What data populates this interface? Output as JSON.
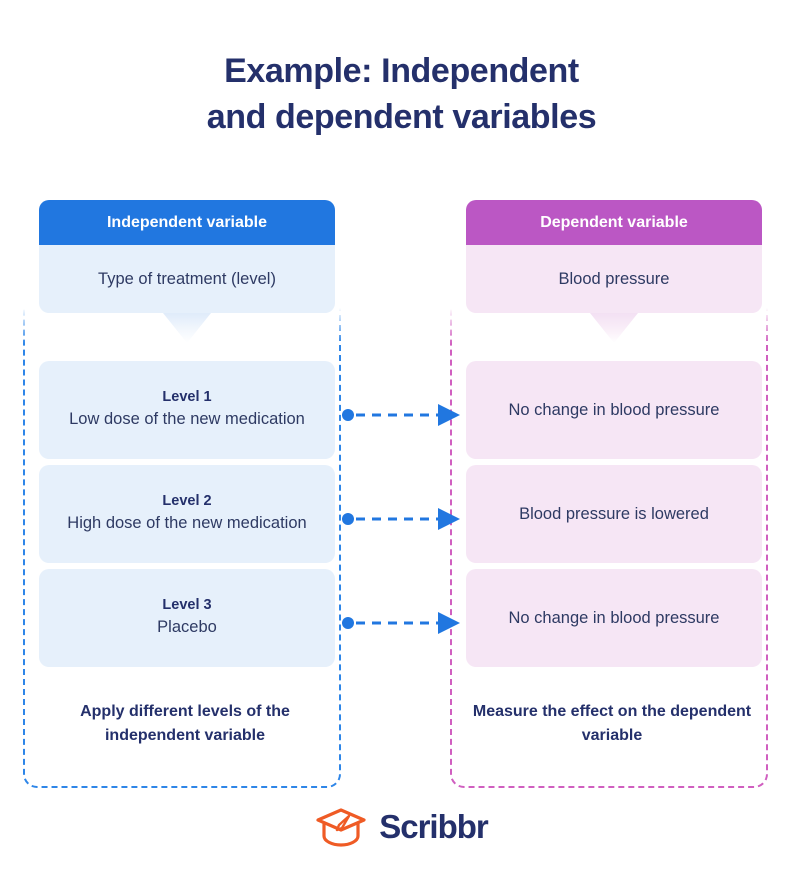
{
  "title": {
    "line1": "Example: Independent",
    "line2": "and dependent variables"
  },
  "colors": {
    "independent_accent": "#2177e0",
    "independent_fill": "#e6f0fb",
    "dependent_accent": "#bb57c4",
    "dependent_fill": "#f6e6f5",
    "text_navy": "#24306b",
    "logo_orange": "#ef5b25"
  },
  "columns": {
    "independent": {
      "header": "Independent variable",
      "subject": "Type of treatment (level)",
      "boxes": [
        {
          "label": "Level 1",
          "text": "Low dose of the new medication"
        },
        {
          "label": "Level 2",
          "text": "High dose of the new medication"
        },
        {
          "label": "Level 3",
          "text": "Placebo"
        }
      ],
      "caption": "Apply different levels of the independent variable"
    },
    "dependent": {
      "header": "Dependent variable",
      "subject": "Blood pressure",
      "boxes": [
        {
          "label": "",
          "text": "No change in blood pressure"
        },
        {
          "label": "",
          "text": "Blood pressure is lowered"
        },
        {
          "label": "",
          "text": "No change in blood pressure"
        }
      ],
      "caption": "Measure the effect on the dependent variable"
    }
  },
  "connectors": [
    {
      "from": "Level 1",
      "to": "No change in blood pressure"
    },
    {
      "from": "Level 2",
      "to": "Blood pressure is lowered"
    },
    {
      "from": "Level 3",
      "to": "No change in blood pressure"
    }
  ],
  "logo": {
    "wordmark": "Scribbr",
    "icon": "graduation-cap-icon"
  }
}
